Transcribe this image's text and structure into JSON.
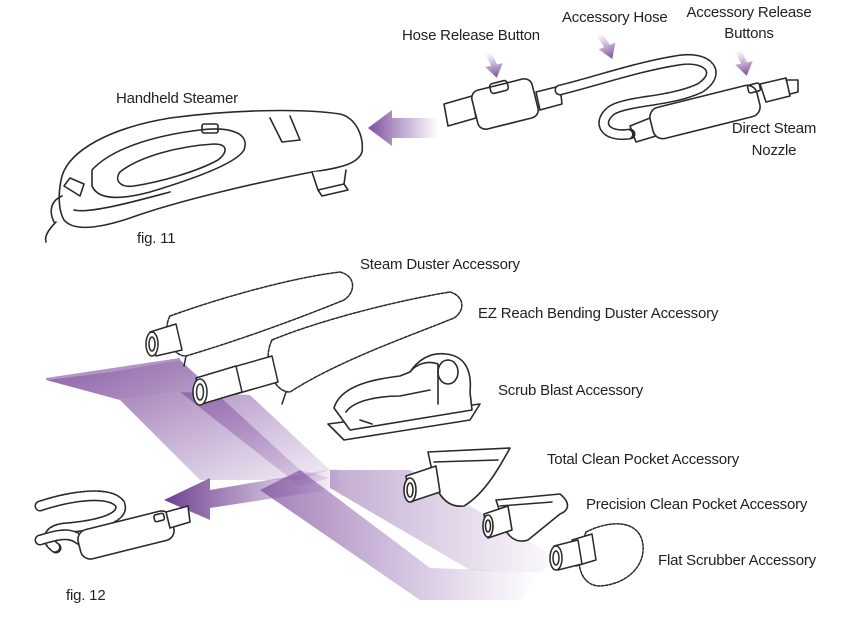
{
  "labels": {
    "hose_release_button": "Hose Release Button",
    "accessory_hose": "Accessory Hose",
    "accessory_release_buttons_line1": "Accessory Release",
    "accessory_release_buttons_line2": "Buttons",
    "handheld_steamer": "Handheld Steamer",
    "direct_steam_nozzle_line1": "Direct Steam",
    "direct_steam_nozzle_line2": "Nozzle",
    "steam_duster": "Steam Duster Accessory",
    "ez_reach_duster": "EZ Reach Bending Duster Accessory",
    "scrub_blast": "Scrub Blast Accessory",
    "total_clean_pocket": "Total Clean Pocket Accessory",
    "precision_clean_pocket": "Precision Clean Pocket Accessory",
    "flat_scrubber": "Flat Scrubber Accessory"
  },
  "figures": {
    "fig11": "fig. 11",
    "fig12": "fig. 12"
  },
  "colors": {
    "accent_purple": "#8a5aa8",
    "line": "#2a2a2a",
    "text": "#222222"
  }
}
